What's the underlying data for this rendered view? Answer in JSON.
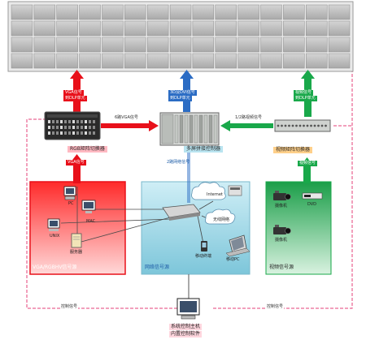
{
  "colors": {
    "red": "#e8101a",
    "blue": "#2b6cc4",
    "green": "#19a84a",
    "dashed_line": "#e6407a",
    "red_panel": "#ff4a4a",
    "blue_panel": "#88ccde",
    "green_panel": "#2fb460"
  },
  "screen_wall": {
    "rows": 4,
    "cols": 15
  },
  "top_labels": {
    "left": [
      "VGA信号",
      "到DLP单元"
    ],
    "center": [
      "3D及DVI信号",
      "到DLP单元"
    ],
    "right": [
      "视频信号",
      "到DLP单元"
    ]
  },
  "devices": {
    "rgb_matrix": "RGB矩阵切换器",
    "splicing_controller": "多屏拼接控制器",
    "video_matrix": "视频矩阵切换器"
  },
  "links": {
    "vga_to_controller": "6路VGA信号",
    "video_to_controller": "1/2路视频信号",
    "vga_in": "VGA信号",
    "net_in": "2路网络信号",
    "video_in": "视频信号",
    "control_left": "控制信号",
    "control_right": "控制信号"
  },
  "panels": {
    "vga_source": {
      "title": "VGA/RGBHV信号源",
      "items": [
        "PC",
        "MAC",
        "UNIX",
        "服务器"
      ]
    },
    "network_source": {
      "title": "网络信号源",
      "items": [
        "Internet",
        "无线网络",
        "移动终端",
        "移动PC"
      ]
    },
    "video_source": {
      "title": "视频信号源",
      "items": [
        "摄像机",
        "DVD",
        "摄像机"
      ]
    }
  },
  "host": [
    "系统控制主机",
    "内置控制软件"
  ],
  "icons": [
    "pc-icon",
    "mac-icon",
    "unix-icon",
    "server-icon",
    "hub-icon",
    "internet-icon",
    "wireless-icon",
    "mobile-terminal-icon",
    "laptop-icon",
    "camera-icon",
    "dvd-icon",
    "host-pc-icon"
  ]
}
